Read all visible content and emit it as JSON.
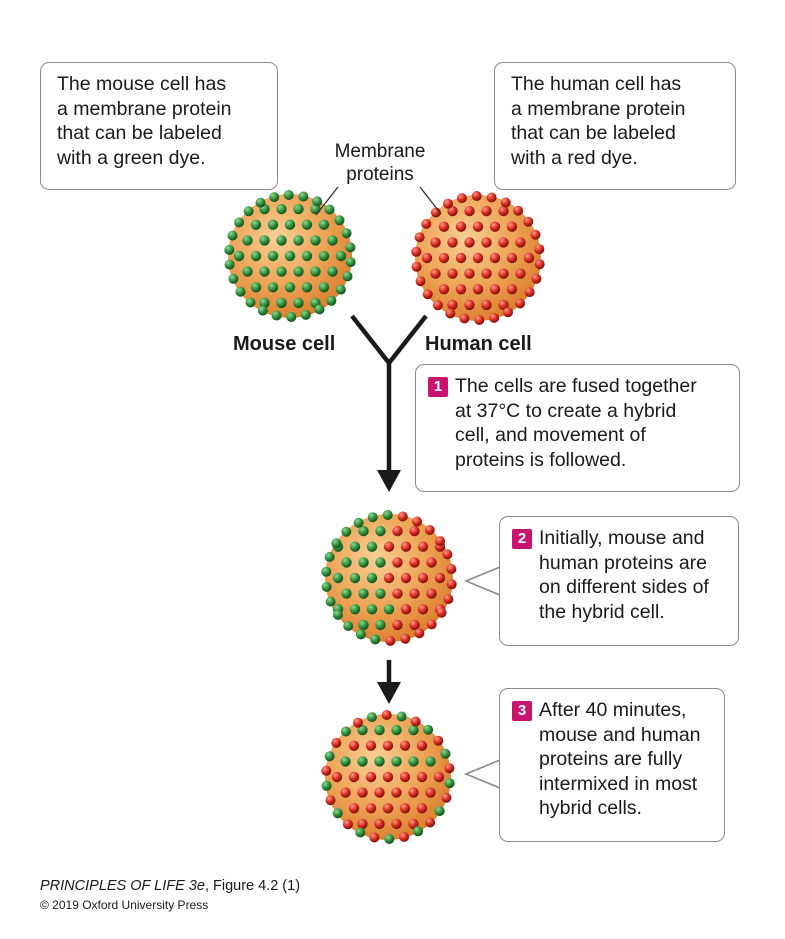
{
  "callouts": {
    "mouse_note": [
      "The mouse cell has",
      "a membrane protein",
      "that can be labeled",
      "with a green dye."
    ],
    "human_note": [
      "The human cell has",
      "a membrane protein",
      "that can be labeled",
      "with a red dye."
    ]
  },
  "membrane_label": [
    "Membrane",
    "proteins"
  ],
  "cell_labels": {
    "mouse": "Mouse cell",
    "human": "Human cell"
  },
  "steps": [
    {
      "number": "1",
      "lines": [
        "The cells are fused together",
        "at 37°C to create a hybrid",
        "cell, and movement of",
        "proteins is followed."
      ]
    },
    {
      "number": "2",
      "lines": [
        "Initially, mouse and",
        "human proteins are",
        "on different sides of",
        "the hybrid cell."
      ]
    },
    {
      "number": "3",
      "lines": [
        "After 40 minutes,",
        "mouse and human",
        "proteins are fully",
        "intermixed in most",
        "hybrid cells."
      ]
    }
  ],
  "credit": {
    "book": "PRINCIPLES OF LIFE 3e",
    "figure": ", Figure 4.2 (1)",
    "copyright": "© 2019 Oxford University Press"
  },
  "colors": {
    "cell_fill": "#e8913a",
    "cell_highlight": "#f7c98a",
    "green_protein": "#2e8b3a",
    "red_protein": "#d4261e",
    "badge": "#c8146e",
    "arrow": "#1a1a1a",
    "box_border": "#8a8a8a"
  }
}
